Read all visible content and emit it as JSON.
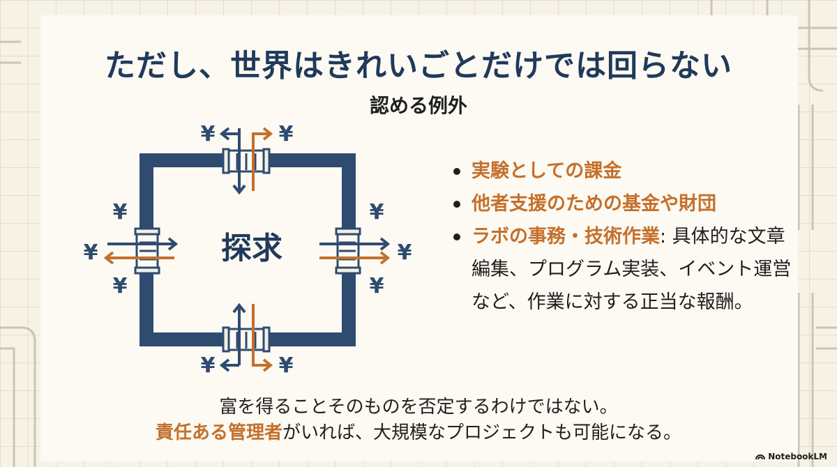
{
  "title": "ただし、世界はきれいごとだけでは回らない",
  "subtitle": "認める例外",
  "diagram": {
    "center_label": "探求",
    "currency_symbol": "¥",
    "colors": {
      "frame": "#2f4b70",
      "inflow": "#2f4b70",
      "outflow": "#c4702c"
    }
  },
  "bullets": [
    {
      "highlight": "実験としての課金",
      "text": ""
    },
    {
      "highlight": "他者支援のための基金や財団",
      "text": ""
    },
    {
      "highlight": "ラボの事務・技術作業",
      "text": ": 具体的な文章編集、プログラム実装、イベント運営など、作業に対する正当な報酬。"
    }
  ],
  "bottom": {
    "line1": "富を得ることそのものを否定するわけではない。",
    "line2_highlight": "責任ある管理者",
    "line2_rest": "がいれば、大規模なプロジェクトも可能になる。"
  },
  "brand": "NotebookLM",
  "accent_color": "#c4702c",
  "title_color": "#203a5c"
}
